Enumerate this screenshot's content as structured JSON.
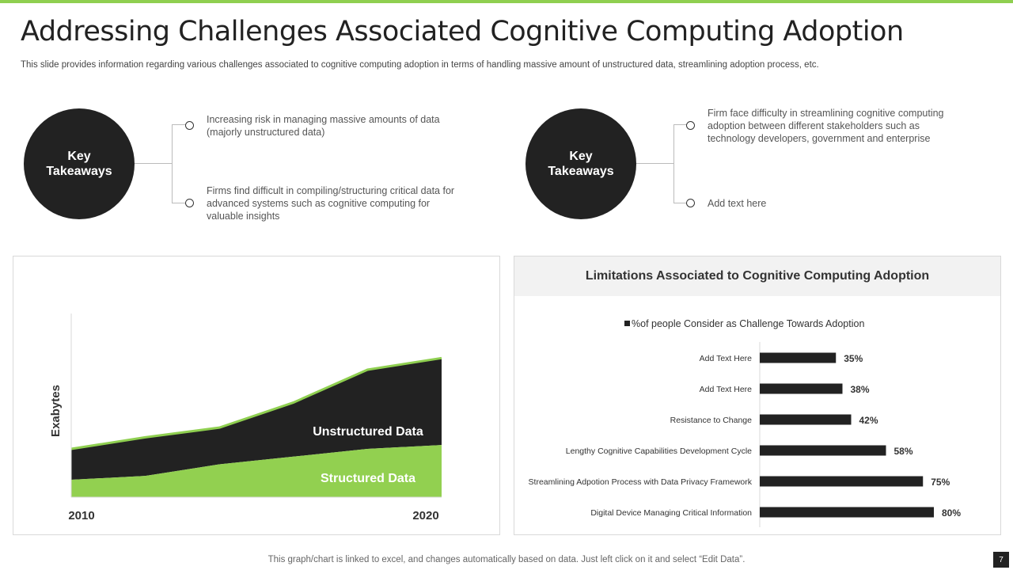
{
  "slide": {
    "title": "Addressing Challenges Associated Cognitive Computing Adoption",
    "subtitle": "This slide provides information regarding various challenges associated to cognitive computing adoption in terms of handling massive amount of unstructured data, streamlining adoption process, etc.",
    "footer": "This graph/chart is linked to excel, and changes automatically based on data. Just left click on it and select “Edit Data”.",
    "page_number": "7",
    "accent_color": "#8fcf50",
    "dark_color": "#222222"
  },
  "takeaways": [
    {
      "circle_label": "Key Takeaways",
      "items": [
        "Increasing risk in managing massive amounts of data (majorly unstructured data)",
        "Firms find difficult in compiling/structuring critical data for advanced systems such as cognitive computing for valuable insights"
      ]
    },
    {
      "circle_label": "Key Takeaways",
      "items": [
        "Firm face difficulty in streamlining cognitive computing adoption between different stakeholders such as technology developers, government and enterprise",
        "Add text here"
      ]
    }
  ],
  "chart_data": [
    {
      "type": "area",
      "title": "",
      "xlabel": "",
      "ylabel": "Exabytes",
      "x_tick_labels": [
        "2010",
        "2020"
      ],
      "x": [
        2010,
        2012,
        2014,
        2016,
        2018,
        2020
      ],
      "series": [
        {
          "name": "Structured Data",
          "values": [
            9,
            11,
            17,
            21,
            25,
            27
          ],
          "color": "#92d050"
        },
        {
          "name": "Unstructured Data",
          "values": [
            16,
            20,
            19,
            28,
            41,
            45
          ],
          "color": "#222222"
        }
      ],
      "stacked": true,
      "ylim": [
        0,
        100
      ],
      "grid": false,
      "legend": "labels inside areas"
    },
    {
      "type": "bar",
      "orientation": "horizontal",
      "title": "Limitations Associated to Cognitive Computing Adoption",
      "legend": "%of people Consider as Challenge Towards Adoption",
      "categories": [
        "Add Text Here",
        "Add Text Here",
        "Resistance to Change",
        "Lengthy Cognitive Capabilities Development Cycle",
        "Streamlining Adpotion Process with Data Privacy Framework",
        "Digital Device Managing Critical Information"
      ],
      "values": [
        35,
        38,
        42,
        58,
        75,
        80
      ],
      "value_labels": [
        "35%",
        "38%",
        "42%",
        "58%",
        "75%",
        "80%"
      ],
      "xlim": [
        0,
        100
      ],
      "color": "#222222",
      "grid": false
    }
  ]
}
